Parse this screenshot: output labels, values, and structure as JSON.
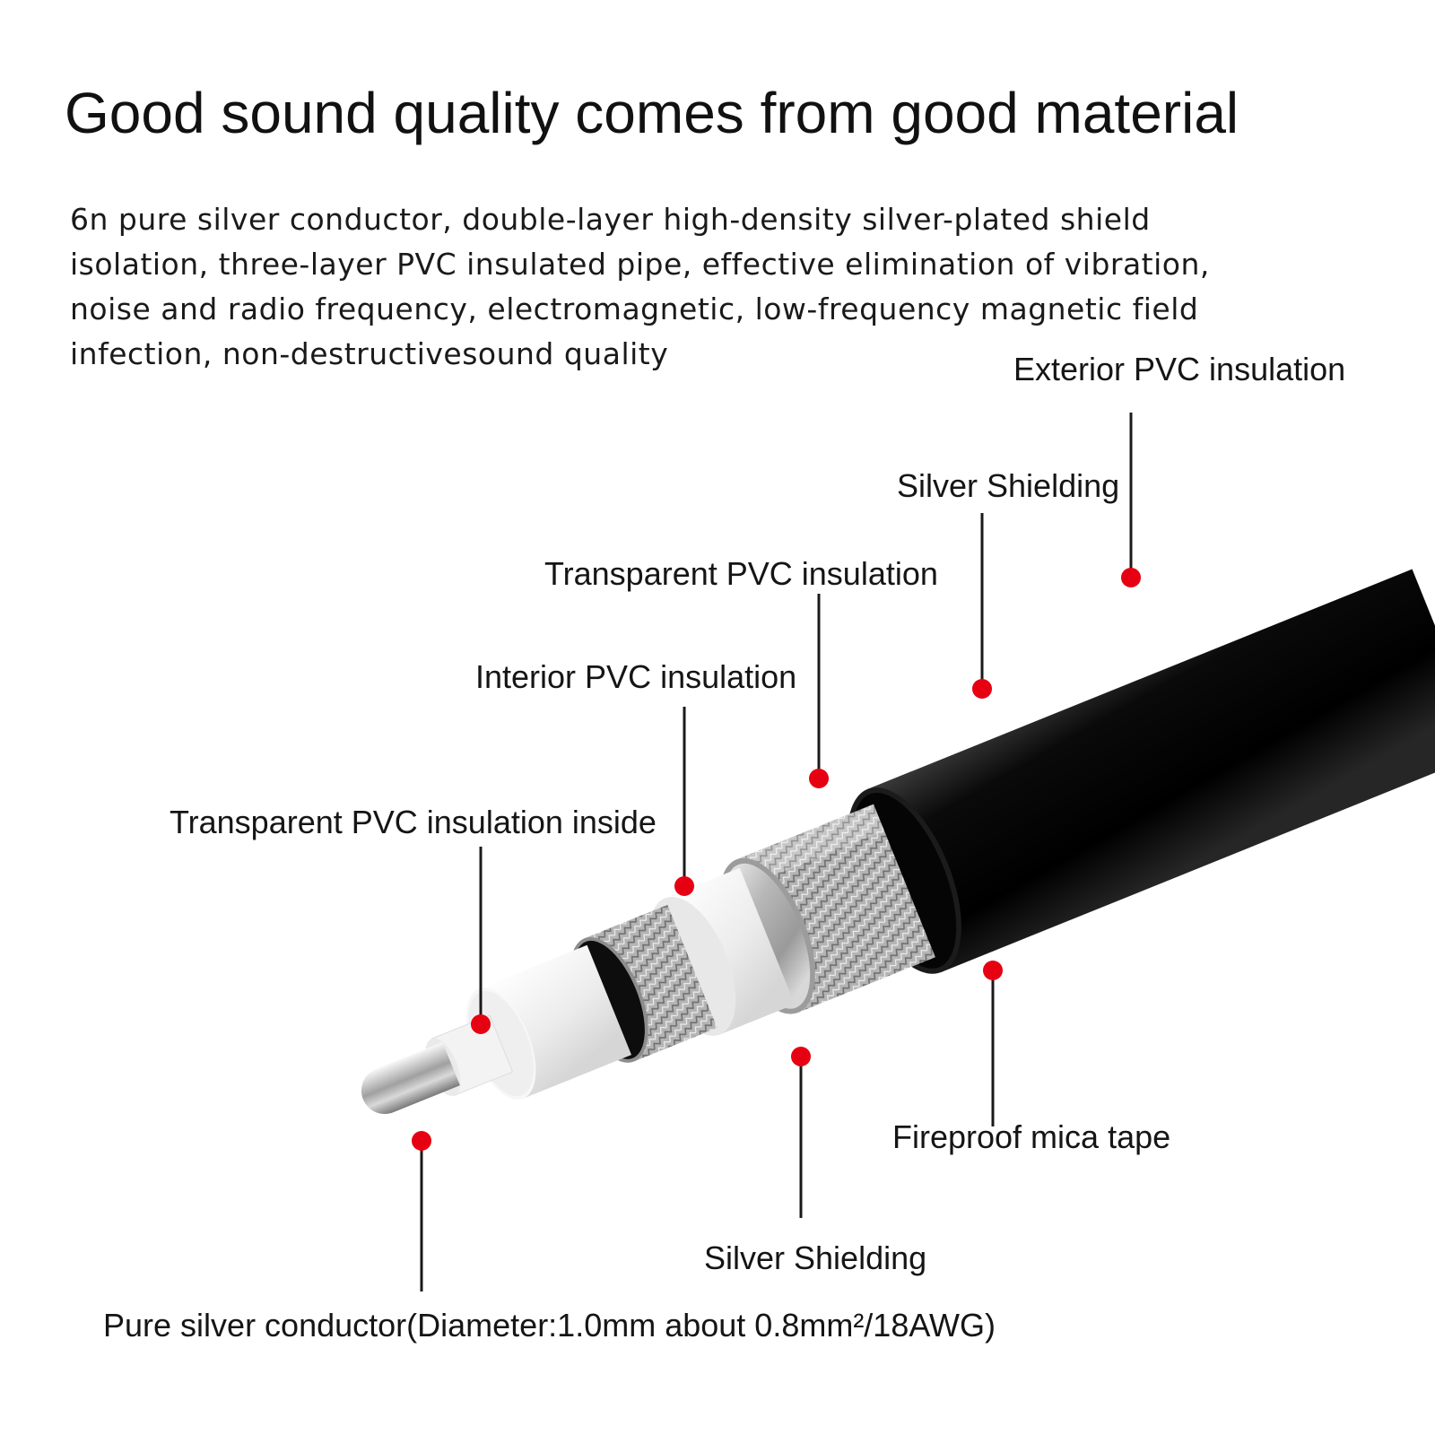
{
  "headline": "Good sound quality comes from good material",
  "description": [
    "6n pure silver conductor, double-layer high-density silver-plated shield",
    "isolation, three-layer PVC insulated pipe, effective elimination of vibration,",
    "noise and radio frequency, electromagnetic, low-frequency magnetic field",
    "infection, non-destructivesound quality"
  ],
  "labels": {
    "exterior_pvc": "Exterior PVC insulation",
    "silver_shielding_outer": "Silver Shielding",
    "transparent_pvc": "Transparent PVC insulation",
    "interior_pvc": "Interior PVC insulation",
    "transparent_pvc_inside": "Transparent PVC insulation inside",
    "fireproof_mica": "Fireproof mica tape",
    "silver_shielding_inner": "Silver Shielding",
    "conductor": "Pure silver conductor(Diameter:1.0mm about 0.8mm²/18AWG)"
  },
  "colors": {
    "marker": "#e60012",
    "leader": "#1a1a1a",
    "jacket": "#0b0b0b",
    "silver": "#bdbdbd",
    "insulation": "#f2f2f2"
  }
}
